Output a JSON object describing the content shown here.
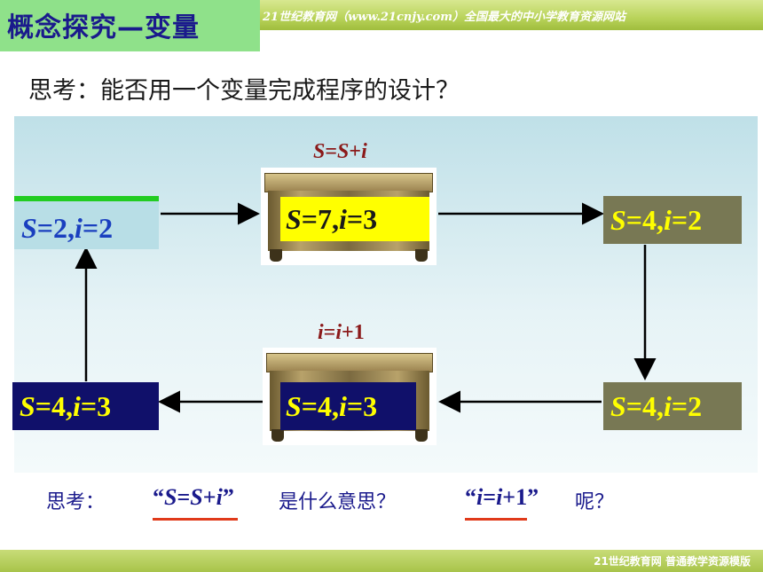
{
  "header": {
    "title": "概念探究—变量",
    "site_banner": "21世纪教育网（www.21cnjy.com）全国最大的中小学教育资源网站"
  },
  "question": "思考：能否用一个变量完成程序的设计？",
  "diagram": {
    "formula_top": {
      "v1": "S",
      "eq": "=",
      "v2": "S",
      "plus": "+",
      "v3": "i"
    },
    "formula_mid": {
      "v1": "i",
      "eq": "=",
      "v2": "i",
      "plus": "+1"
    },
    "start": {
      "s": "S",
      "s_val": "=2,",
      "i": "i",
      "i_val": "=2"
    },
    "chest_top": {
      "s": "S",
      "s_val": "=7,",
      "i": "i",
      "i_val": "=3"
    },
    "right_top": {
      "s": "S",
      "s_val": "=4,",
      "i": "i",
      "i_val": "=2"
    },
    "right_bottom": {
      "s": "S",
      "s_val": "=4,",
      "i": "i",
      "i_val": "=2"
    },
    "chest_bottom": {
      "s": "S",
      "s_val": "=4,",
      "i": "i",
      "i_val": "=3"
    },
    "left_bottom": {
      "s": "S",
      "s_val": "=4,",
      "i": "i",
      "i_val": "=3"
    }
  },
  "bottom": {
    "think": "思考：",
    "q1": {
      "open": "“",
      "s1": "S",
      "eq": "=",
      "s2": "S",
      "plus": "+",
      "i": "i",
      "close": "”"
    },
    "rest1": "是什么意思？",
    "q2": {
      "open": "“",
      "i1": "i",
      "eq": "=",
      "i2": "i",
      "plus": "+1",
      "close": "”"
    },
    "rest2": "呢？"
  },
  "footer": "21世纪教育网    普通教学资源模版",
  "colors": {
    "navy": "#10106a",
    "olive": "#787854",
    "yellow": "#ffff00",
    "label_yellow": "#ffff00",
    "label_navy": "#1a1a8c",
    "formula_red": "#8b1a1a"
  }
}
